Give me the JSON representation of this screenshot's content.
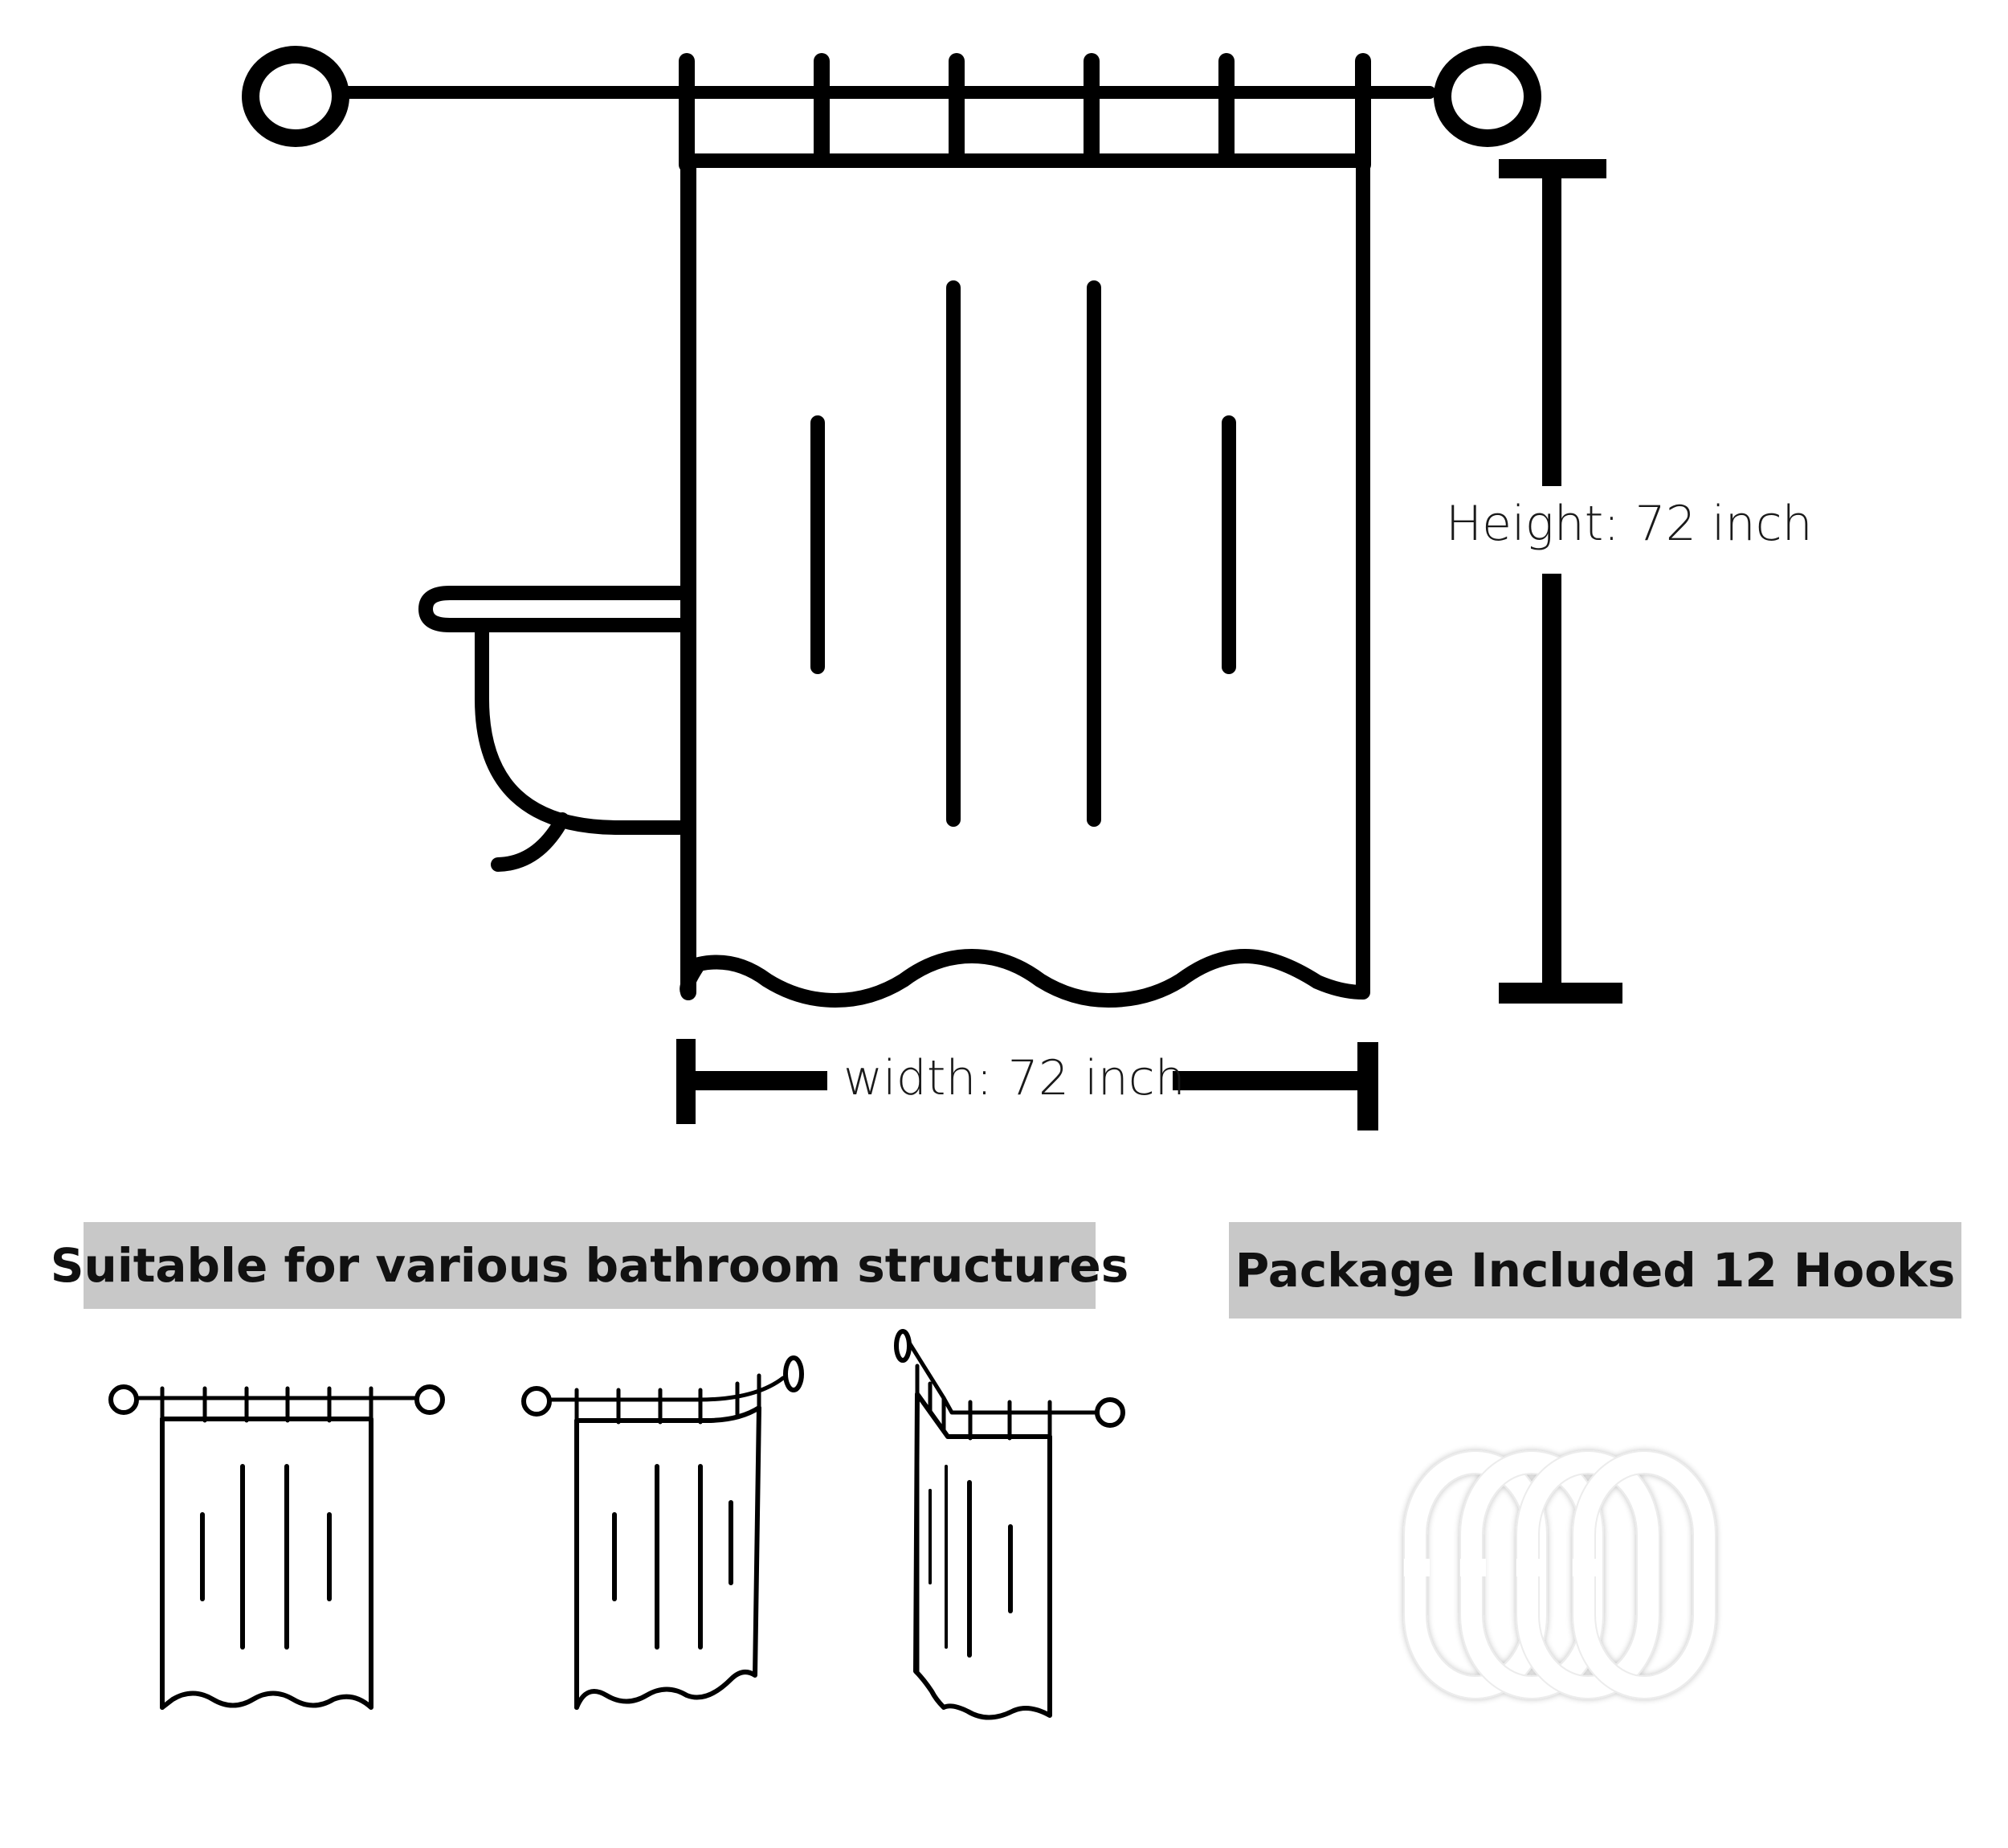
{
  "dimensions": {
    "height_label": "Height: 72 inch",
    "width_label": "width: 72 inch"
  },
  "sections": {
    "structures_title": "Suitable for various bathroom structures",
    "package_title": "Package Included 12  Hooks"
  },
  "colors": {
    "line": "#000000",
    "banner": "#c8c8c8",
    "text": "#111111",
    "hook_ring": "#ffffff"
  },
  "icons": [
    "curtain-rod-icon",
    "toilet-icon",
    "shower-curtain-icon",
    "curtain-hook-ring-icon"
  ]
}
